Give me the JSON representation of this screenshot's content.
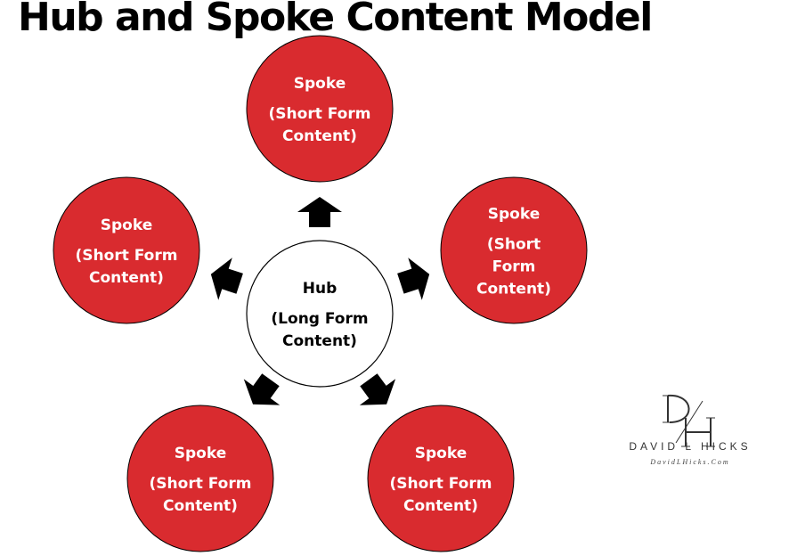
{
  "title": "Hub and Spoke Content Model",
  "colors": {
    "spoke_fill": "#d92b2f",
    "hub_fill": "#ffffff",
    "arrow": "#000000",
    "text_on_spoke": "#ffffff",
    "text_on_hub": "#000000"
  },
  "hub": {
    "lines": [
      "Hub",
      "(Long Form",
      "Content)"
    ]
  },
  "spokes": [
    {
      "position": "top",
      "lines": [
        "Spoke",
        "(Short Form",
        "Content)"
      ]
    },
    {
      "position": "right",
      "lines": [
        "Spoke",
        "(Short",
        "Form",
        "Content)"
      ]
    },
    {
      "position": "bottom-right",
      "lines": [
        "Spoke",
        "(Short Form",
        "Content)"
      ]
    },
    {
      "position": "bottom-left",
      "lines": [
        "Spoke",
        "(Short Form",
        "Content)"
      ]
    },
    {
      "position": "left",
      "lines": [
        "Spoke",
        "(Short Form",
        "Content)"
      ]
    }
  ],
  "logo": {
    "monogram": "DH",
    "name": "DAVID L HICKS",
    "url": "DavidLHicks.Com"
  }
}
